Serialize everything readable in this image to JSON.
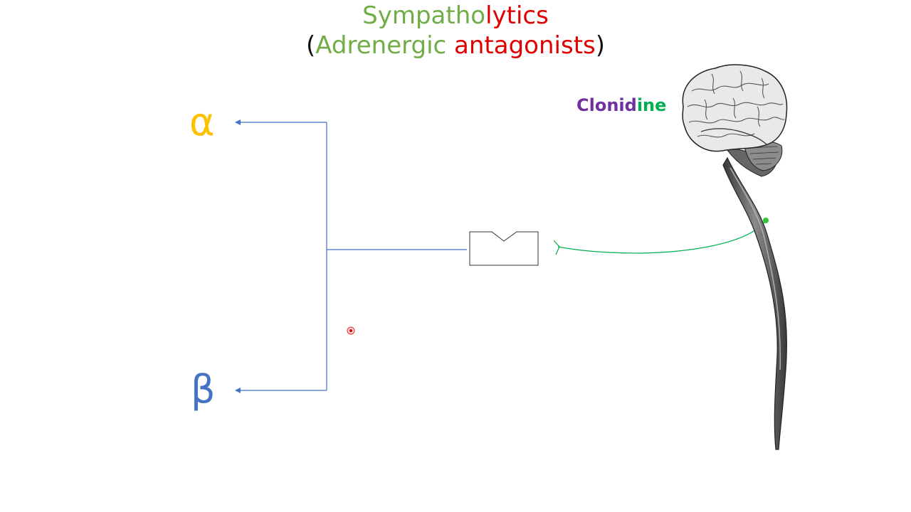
{
  "title": {
    "line1_part1": "Sympatho",
    "line1_part2": "lytics",
    "line2_open": "(",
    "line2_part1": "Adrenergic",
    "line2_part2": "antagonists",
    "line2_close": ")"
  },
  "receptors": {
    "alpha": "α",
    "beta": "β"
  },
  "drug": {
    "name_part1": "Clonid",
    "name_part2": "ine"
  },
  "colors": {
    "title_green": "#70ad47",
    "title_red": "#e00000",
    "alpha": "#ffc000",
    "beta": "#4472c4",
    "drug_purple": "#7030a0",
    "drug_green": "#00b050",
    "arrow_blue": "#4472c4",
    "nerve_green": "#00b050"
  },
  "icons": {
    "brain": "brain-illustration",
    "spinal_cord": "spinal-cord-illustration",
    "receptor": "notched-receptor-box",
    "cursor": "laser-pointer-dot"
  }
}
